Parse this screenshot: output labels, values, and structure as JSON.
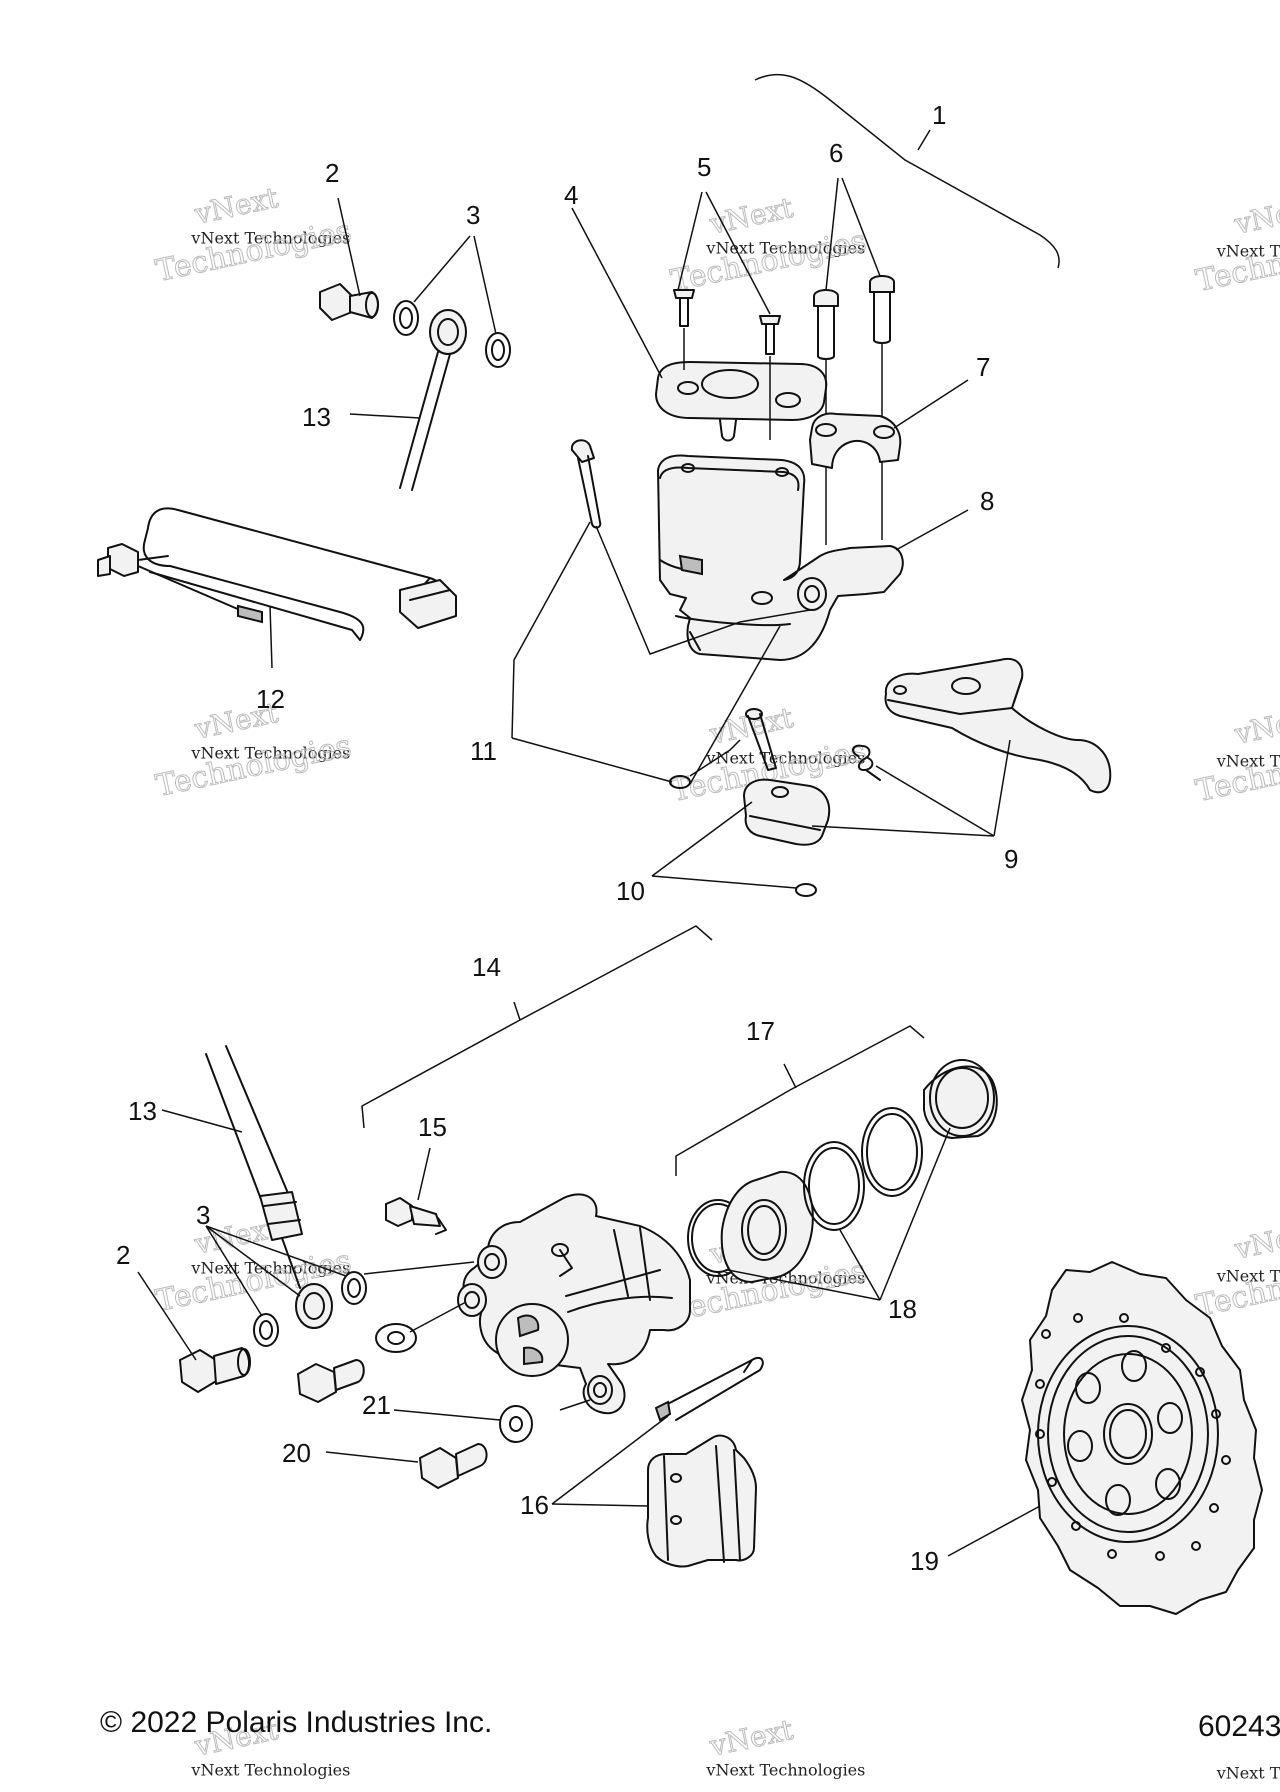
{
  "callouts": {
    "c1": "1",
    "c2a": "2",
    "c3a": "3",
    "c4": "4",
    "c5": "5",
    "c6": "6",
    "c7": "7",
    "c8": "8",
    "c9": "9",
    "c10": "10",
    "c11": "11",
    "c12": "12",
    "c13a": "13",
    "c14": "14",
    "c13b": "13",
    "c15": "15",
    "c17": "17",
    "c3b": "3",
    "c2b": "2",
    "c18": "18",
    "c21": "21",
    "c20": "20",
    "c16": "16",
    "c19": "19"
  },
  "watermark": {
    "line1": "vNext",
    "line2": "vNext Technologies",
    "line3": "Technologies"
  },
  "footer": {
    "copyright": "© 2022 Polaris Industries Inc.",
    "diagram_code": "60243"
  }
}
